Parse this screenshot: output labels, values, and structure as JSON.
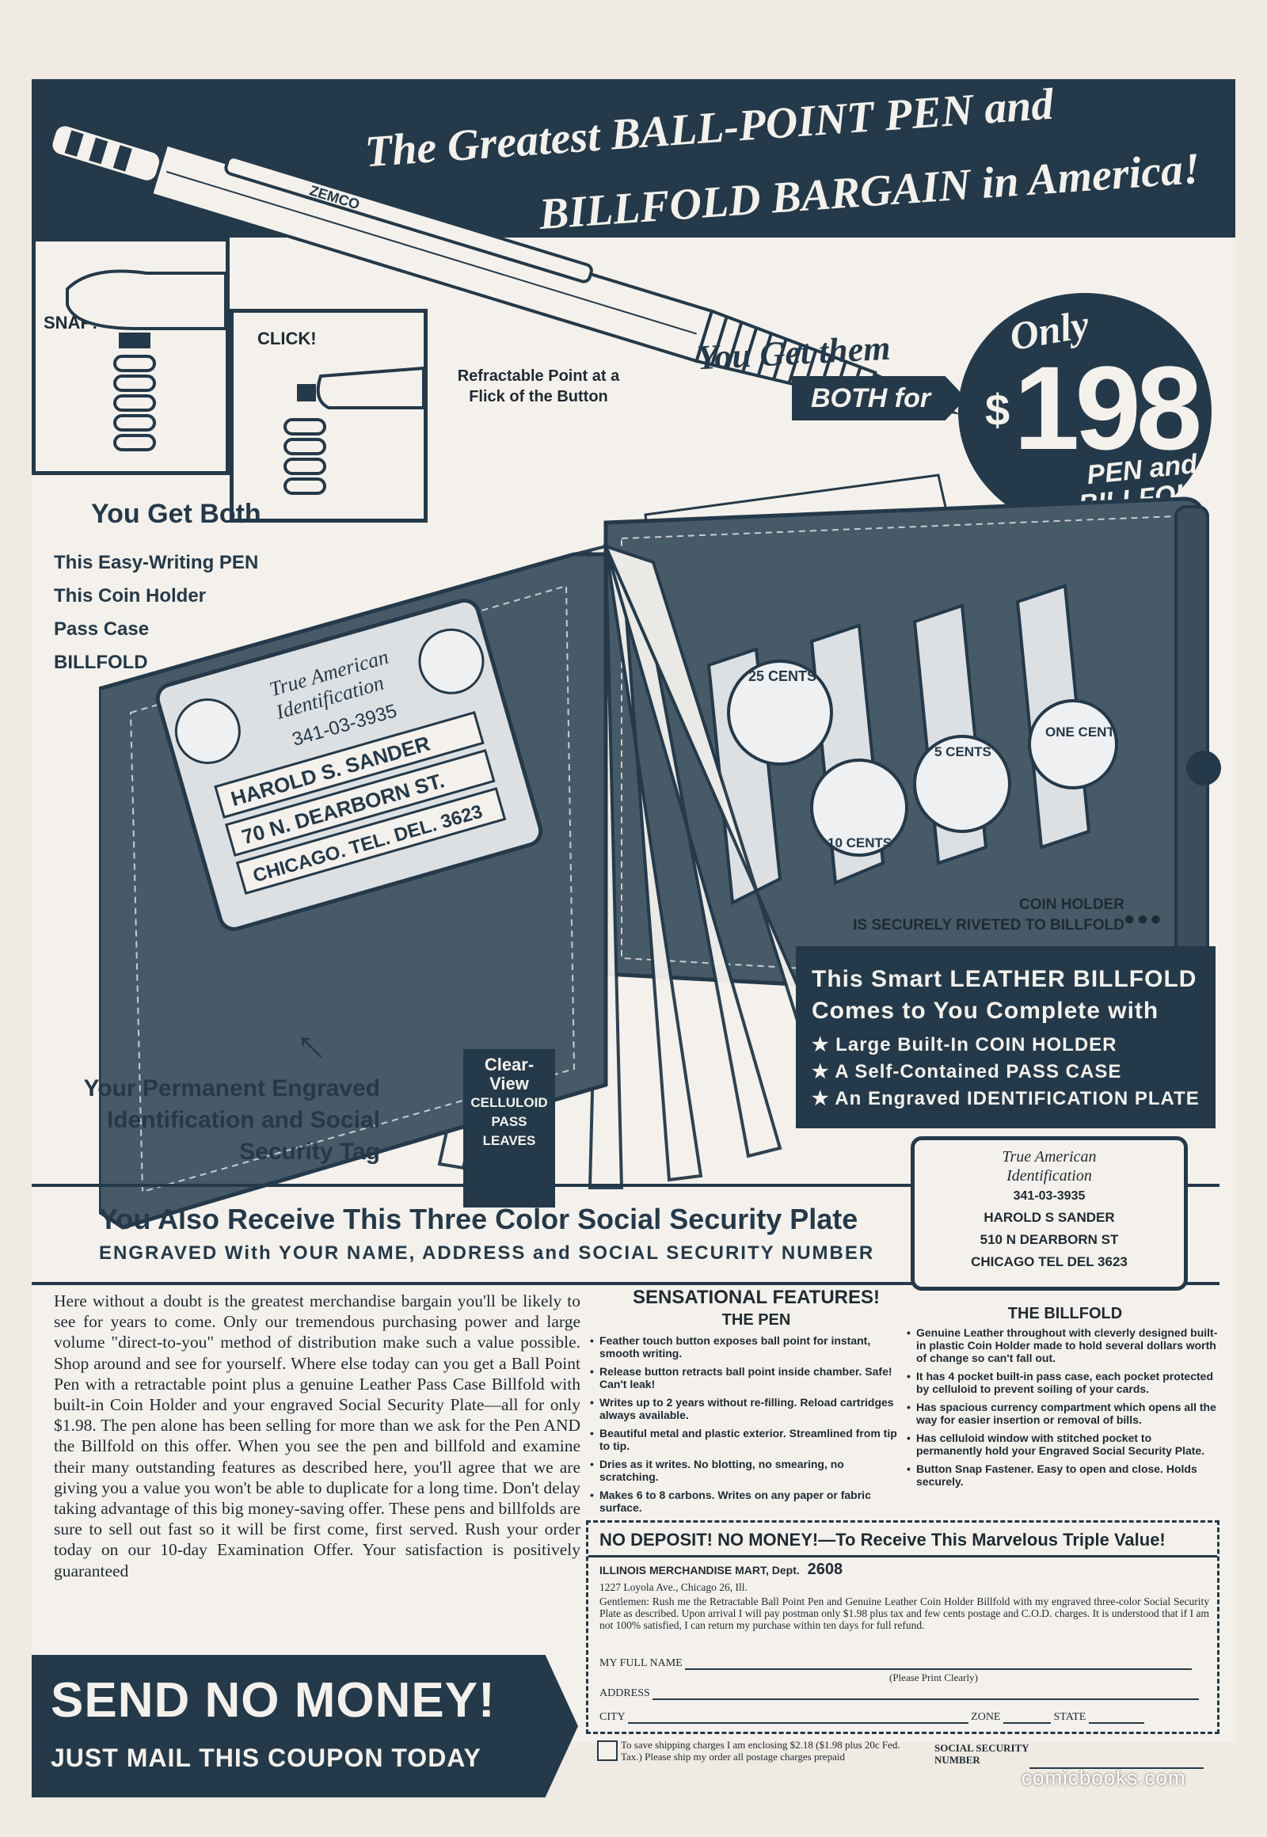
{
  "headline": {
    "line1": "The Greatest BALL-POINT PEN and",
    "line2": "BILLFOLD BARGAIN in America!"
  },
  "pen_brand": "ZEMCO",
  "price": {
    "you_get_them": "You Get them",
    "both_for": "BOTH for",
    "only": "Only",
    "dollar": "$",
    "amount": "198",
    "pen_and": "PEN and",
    "billfold": "BILLFOLD"
  },
  "panels": {
    "snap": "SNAP!",
    "click": "CLICK!",
    "retractable": "Refractable Point at a Flick of the Button"
  },
  "you_get_both": {
    "title": "You Get Both",
    "items": [
      "This Easy-Writing PEN",
      "This Coin Holder",
      "Pass Case",
      "BILLFOLD"
    ]
  },
  "wallet_card": {
    "true_american": "True American",
    "identification": "Identification",
    "number": "341-03-3935",
    "name": "HAROLD S. SANDER",
    "street": "70 N. DEARBORN ST.",
    "city": "CHICAGO. TEL. DEL. 3623",
    "coins": [
      "25 CENTS",
      "10 CENTS",
      "5 CENTS",
      "ONE CENT"
    ]
  },
  "coin_holder_note": {
    "line1": "COIN HOLDER",
    "line2": "IS SECURELY RIVETED TO BILLFOLD",
    "dots": "•••"
  },
  "smart_box": {
    "line1": "This Smart LEATHER BILLFOLD",
    "line2": "Comes to You Complete with",
    "items": [
      "★ Large Built-In COIN HOLDER",
      "★ A Self-Contained PASS CASE",
      "★ An Engraved IDENTIFICATION PLATE"
    ]
  },
  "permanent_id": "Your Permanent Engraved Identification and Social Security Tag",
  "clear_view": [
    "Clear-",
    "View",
    "CELLULOID",
    "PASS",
    "LEAVES"
  ],
  "social_security": {
    "title": "You Also Receive This Three Color Social Security Plate",
    "subtitle": "ENGRAVED With YOUR NAME, ADDRESS and SOCIAL SECURITY NUMBER"
  },
  "plate": {
    "true_american": "True American",
    "identification": "Identification",
    "number": "341-03-3935",
    "name": "HAROLD S SANDER",
    "street": "510 N DEARBORN ST",
    "city": "CHICAGO TEL DEL 3623"
  },
  "body_copy": "Here without a doubt is the greatest merchandise bargain you'll be likely to see for years to come. Only our tremendous purchasing power and large volume \"direct-to-you\" method of distribution make such a value possible. Shop around and see for yourself. Where else today can you get a Ball Point Pen with a retractable point plus a genuine Leather Pass Case Billfold with built-in Coin Holder and your engraved Social Security Plate—all for only $1.98. The pen alone has been selling for more than we ask for the Pen AND the Billfold on this offer. When you see the pen and billfold and examine their many outstanding features as described here, you'll agree that we are giving you a value you won't be able to duplicate for a long time. Don't delay taking advantage of this big money-saving offer. These pens and billfolds are sure to sell out fast so it will be first come, first served. Rush your order today on our 10-day Examination Offer. Your satisfaction is positively guaranteed",
  "features": {
    "title": "SENSATIONAL FEATURES!",
    "pen_title": "THE PEN",
    "pen_items": [
      "Feather touch button exposes ball point for instant, smooth writing.",
      "Release button retracts ball point inside chamber. Safe! Can't leak!",
      "Writes up to 2 years without re-filling. Reload cartridges always available.",
      "Beautiful metal and plastic exterior. Streamlined from tip to tip.",
      "Dries as it writes. No blotting, no smearing, no scratching.",
      "Makes 6 to 8 carbons. Writes on any paper or fabric surface."
    ],
    "billfold_title": "THE BILLFOLD",
    "billfold_items": [
      "Genuine Leather throughout with cleverly designed built-in plastic Coin Holder made to hold several dollars worth of change so can't fall out.",
      "It has 4 pocket built-in pass case, each pocket protected by celluloid to prevent soiling of your cards.",
      "Has spacious currency compartment which opens all the way for easier insertion or removal of bills.",
      "Has celluloid window with stitched pocket to permanently hold your Engraved Social Security Plate.",
      "Button Snap Fastener. Easy to open and close. Holds securely."
    ]
  },
  "coupon": {
    "header": "NO DEPOSIT! NO MONEY!—To Receive This Marvelous Triple Value!",
    "company": "ILLINOIS MERCHANDISE MART, Dept.",
    "dept": "2608",
    "address": "1227 Loyola Ave., Chicago 26, Ill.",
    "body": "Gentlemen: Rush me the Retractable Ball Point Pen and Genuine Leather Coin Holder Billfold with my engraved three-color Social Security Plate as described. Upon arrival I will pay postman only $1.98 plus tax and few cents postage and C.O.D. charges. It is understood that if I am not 100% satisfied, I can return my purchase within ten days for full refund.",
    "my_full_name": "MY FULL NAME",
    "please_print": "(Please Print Clearly)",
    "address_label": "ADDRESS",
    "city": "CITY",
    "zone": "ZONE",
    "state": "STATE",
    "shipping_note": "To save shipping charges I am enclosing $2.18 ($1.98 plus 20c Fed. Tax.) Please ship my order all postage charges prepaid",
    "ssn_label1": "SOCIAL SECURITY",
    "ssn_label2": "NUMBER"
  },
  "send_no_money": {
    "line1": "SEND NO MONEY!",
    "line2": "JUST MAIL THIS COUPON TODAY"
  },
  "watermark": "comicbooks.com"
}
